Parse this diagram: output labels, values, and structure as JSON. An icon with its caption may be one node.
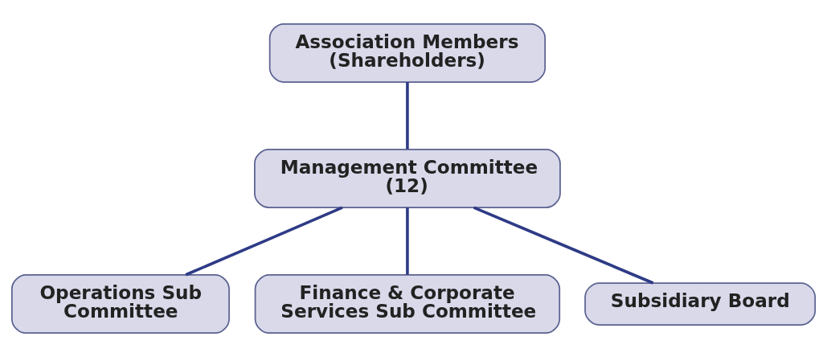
{
  "diagram": {
    "nodes": [
      {
        "text": [
          "Association Members (Shareholders)"
        ]
      },
      {
        "text": [
          "Management Committee (12)"
        ]
      },
      {
        "text": [
          "Operations Sub Committee"
        ]
      },
      {
        "text": [
          "Finance & Corporate Services Sub Committee"
        ]
      },
      {
        "text": [
          "Subsidiary Board"
        ]
      }
    ],
    "edges": [
      {
        "from": 0,
        "to": 1,
        "arrow": "none"
      },
      {
        "from": 1,
        "to": 2,
        "arrow": "none"
      },
      {
        "from": 1,
        "to": 3,
        "arrow": "none"
      },
      {
        "from": 1,
        "to": 4,
        "arrow": "none"
      }
    ]
  }
}
